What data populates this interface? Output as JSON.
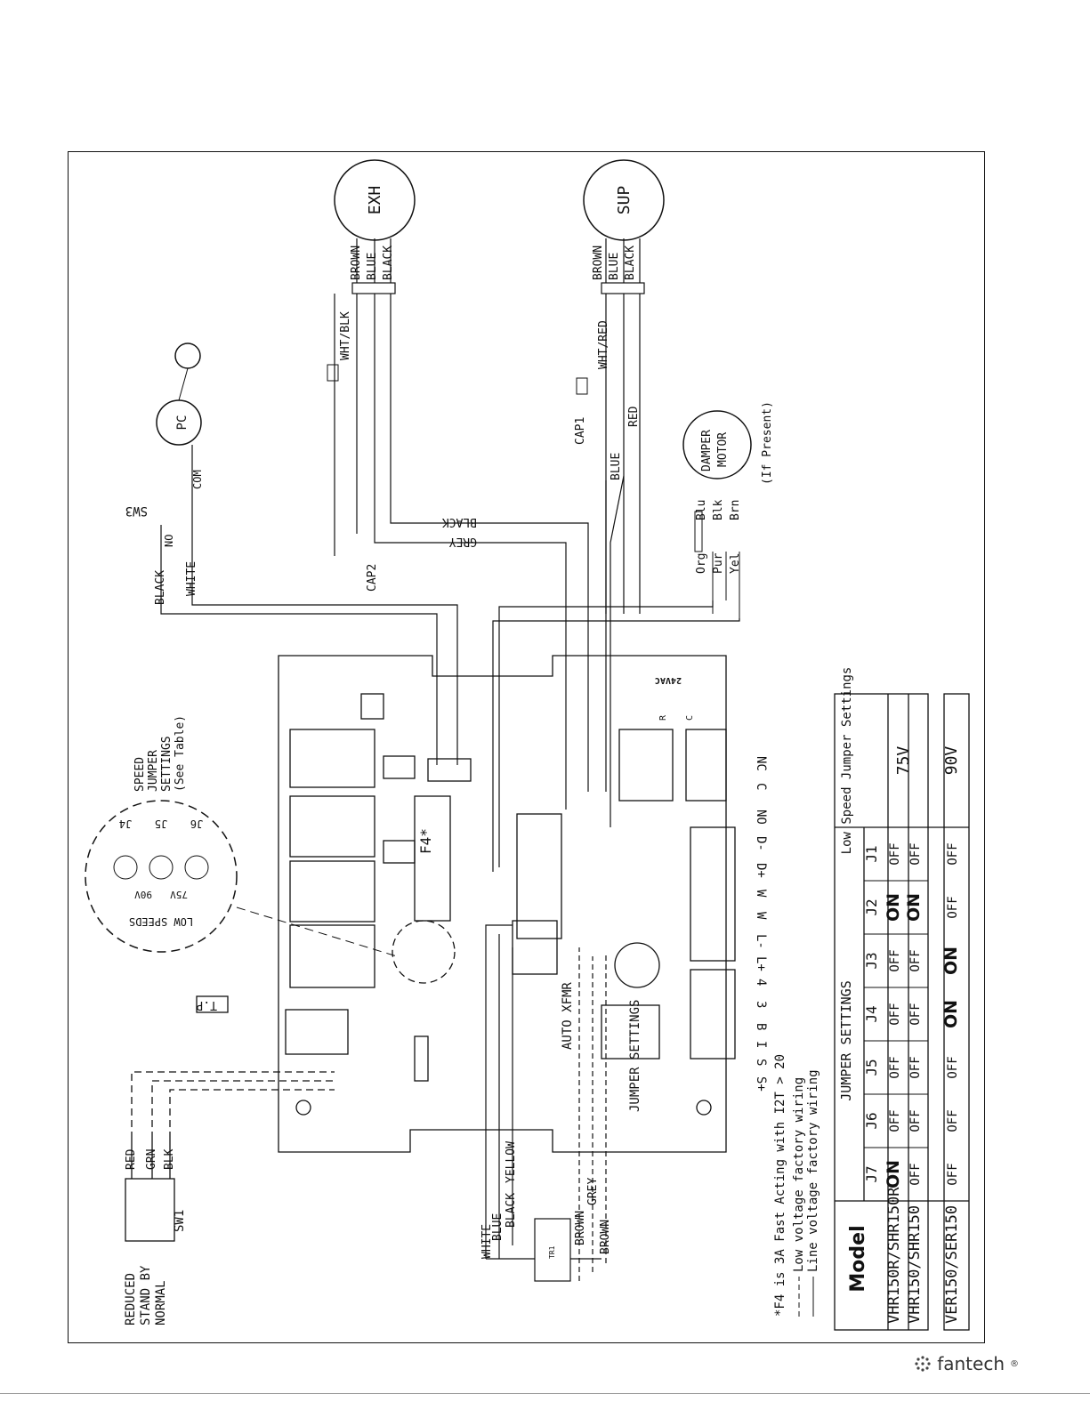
{
  "motors": {
    "exh": "EXH",
    "sup": "SUP"
  },
  "exh_wires": {
    "brown": "BROWN",
    "blue": "BLUE",
    "black": "BLACK",
    "wht_blk": "WHT/BLK"
  },
  "sup_wires": {
    "brown": "BROWN",
    "blue": "BLUE",
    "black": "BLACK",
    "wht_red": "WHT/RED"
  },
  "caps": {
    "cap1": "CAP1",
    "cap2": "CAP2"
  },
  "main_wires": {
    "black": "BLACK",
    "grey": "GREY",
    "blue": "BLUE",
    "red": "RED"
  },
  "power_cord": {
    "pc": "PC",
    "sw3": "SW3",
    "no": "NO",
    "com": "COM",
    "black": "BLACK",
    "white": "WHITE"
  },
  "damper": {
    "title_line1": "DAMPER",
    "title_line2": "MOTOR",
    "note": "(If Present)",
    "left_labels": [
      "Org",
      "Pur",
      "Yel"
    ],
    "right_labels": [
      "Blu",
      "Blk",
      "Brn"
    ]
  },
  "speed_jumper": {
    "title_lines": [
      "SPEED",
      "JUMPER",
      "SETTINGS",
      "(See Table)"
    ],
    "low_speeds": "LOW SPEEDS",
    "jumpers": [
      "J4",
      "J5",
      "J6"
    ],
    "volts": [
      "90V",
      "75V"
    ]
  },
  "board": {
    "f4": "F4*",
    "vac": "24VAC",
    "r": "R",
    "c": "C",
    "jumper_settings": "JUMPER SETTINGS",
    "auto_xfmr": "AUTO XFMR",
    "tp": "T.P",
    "tr1": "TR1",
    "nc_terminals": [
      "NC",
      "C",
      "NO"
    ],
    "d_terminals": [
      "D-",
      "D+",
      "W",
      "W",
      "L-",
      "L+"
    ],
    "s_terminals": [
      "4",
      "3",
      "B",
      "I",
      "S",
      "S+"
    ]
  },
  "transformer_wires": {
    "white": "WHITE",
    "blue": "BLUE",
    "yellow": "YELLOW",
    "black": "BLACK",
    "brown1": "BROWN",
    "grey": "GREY",
    "brown2": "BROWN"
  },
  "sw1": {
    "label": "SW1",
    "modes": [
      "REDUCED",
      "STAND BY",
      "NORMAL"
    ],
    "wires": [
      "RED",
      "GRN",
      "BLK"
    ]
  },
  "notes": {
    "f4": "*F4 is 3A Fast Acting with I2T > 20",
    "low_voltage": "Low voltage factory wiring",
    "line_voltage": "Line voltage factory wiring"
  },
  "table": {
    "model_header": "Model",
    "jumper_header": "JUMPER SETTINGS",
    "low_speed_header": "Low Speed Jumper Settings",
    "columns": [
      "J7",
      "J6",
      "J5",
      "J4",
      "J3",
      "J2",
      "J1"
    ],
    "rows": [
      {
        "model": "VHR150R/SHR150R",
        "settings": [
          "ON",
          "OFF",
          "OFF",
          "OFF",
          "OFF",
          "ON",
          "OFF"
        ],
        "voltage": "75V"
      },
      {
        "model": "VHR150/SHR150",
        "settings": [
          "OFF",
          "OFF",
          "OFF",
          "OFF",
          "OFF",
          "ON",
          "OFF"
        ],
        "voltage": ""
      },
      {
        "model": "VER150/SER150",
        "settings": [
          "OFF",
          "OFF",
          "OFF",
          "ON",
          "ON",
          "OFF",
          "OFF"
        ],
        "voltage": "90V"
      }
    ]
  },
  "brand": {
    "name": "fantech",
    "mark": "®"
  }
}
